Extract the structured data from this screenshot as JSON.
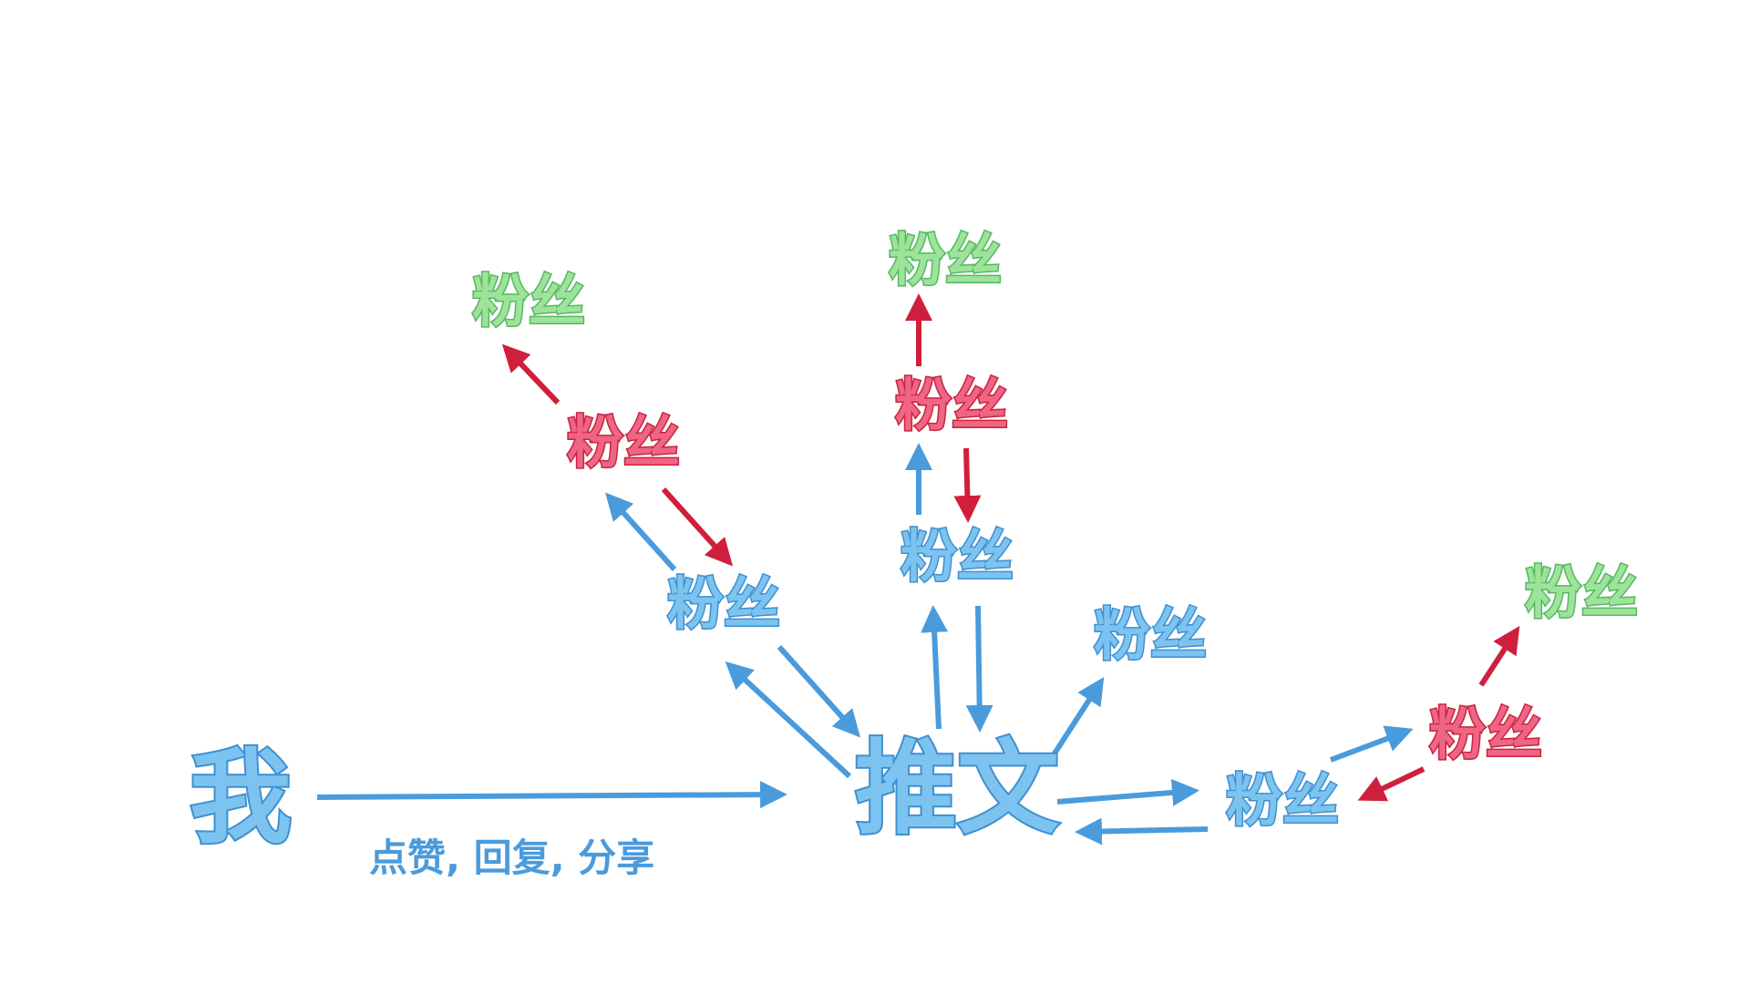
{
  "nodes": {
    "me": "我",
    "tweet": "推文",
    "fan_upper_left": "粉丝",
    "fan_upper_left_red": "粉丝",
    "fan_upper_left_green": "粉丝",
    "fan_center": "粉丝",
    "fan_center_red": "粉丝",
    "fan_center_green": "粉丝",
    "fan_right": "粉丝",
    "fan_bottom_right": "粉丝",
    "fan_bottom_right_red": "粉丝",
    "fan_bottom_right_green": "粉丝"
  },
  "edge_label": "点赞, 回复, 分享",
  "colors": {
    "blue": "#4a9bdc",
    "red": "#d01f3c",
    "green": "#55b861"
  }
}
